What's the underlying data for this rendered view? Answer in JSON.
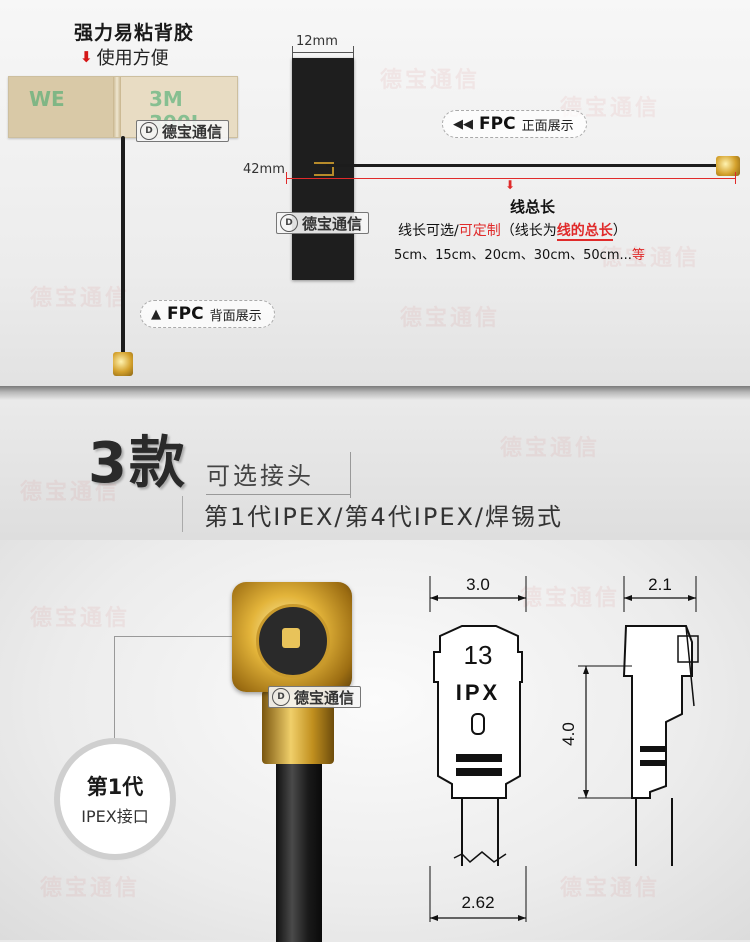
{
  "panel1": {
    "tape_title": "强力易粘背胶",
    "tape_subtitle": "使用方便",
    "tape_print_left": "WE",
    "tape_print_right": "3M 300L",
    "brand_watermark": "德宝通信",
    "width_label": "12mm",
    "height_label": "42mm",
    "front_label_bold": "FPC",
    "front_label": "正面展示",
    "back_label_bold": "FPC",
    "back_label": "背面展示",
    "total_length_title": "线总长",
    "line_selectable": "线长可选/",
    "line_custom": "可定制",
    "line_paren_open": "（线长为",
    "line_total": "线的总长",
    "line_paren_close": "）",
    "lengths": "5cm、15cm、20cm、30cm、50cm...",
    "lengths_suffix": "等"
  },
  "panel2": {
    "count": "3款",
    "options_label": "可选接头",
    "types": "第1代IPEX/第4代IPEX/焊锡式"
  },
  "panel3": {
    "brand_watermark": "德宝通信",
    "badge_line1": "第1代",
    "badge_line2": "IPEX接口",
    "drawing": {
      "width_top": "3.0",
      "side_width": "2.1",
      "model": "13",
      "brand": "IPX",
      "height": "4.0",
      "width_bottom": "2.62"
    }
  },
  "colors": {
    "accent_red": "#e02a2a",
    "gold": "#d4a12c"
  }
}
